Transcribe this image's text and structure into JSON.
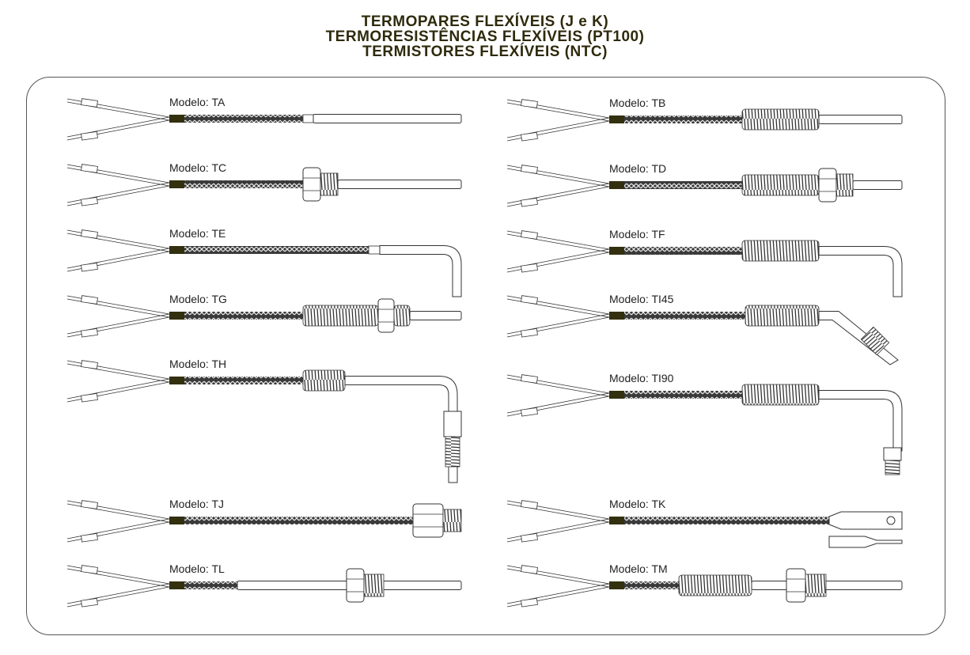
{
  "title": {
    "line1": "TERMOPARES FLEXÍVEIS (J e K)",
    "line2": "TERMORESISTÊNCIAS FLEXÍVEIS (PT100)",
    "line3": "TERMISTORES FLEXÍVEIS (NTC)"
  },
  "models": [
    {
      "id": "TA",
      "label": "Modelo: TA"
    },
    {
      "id": "TC",
      "label": "Modelo: TC"
    },
    {
      "id": "TE",
      "label": "Modelo: TE"
    },
    {
      "id": "TG",
      "label": "Modelo: TG"
    },
    {
      "id": "TH",
      "label": "Modelo: TH"
    },
    {
      "id": "TJ",
      "label": "Modelo: TJ"
    },
    {
      "id": "TL",
      "label": "Modelo: TL"
    },
    {
      "id": "TB",
      "label": "Modelo: TB"
    },
    {
      "id": "TD",
      "label": "Modelo: TD"
    },
    {
      "id": "TF",
      "label": "Modelo: TF"
    },
    {
      "id": "TI45",
      "label": "Modelo: TI45"
    },
    {
      "id": "TI90",
      "label": "Modelo: TI90"
    },
    {
      "id": "TK",
      "label": "Modelo: TK"
    },
    {
      "id": "TM",
      "label": "Modelo: TM"
    }
  ],
  "colors": {
    "title": "#2e2a0c",
    "collar": "#33300f",
    "line": "#333333"
  }
}
